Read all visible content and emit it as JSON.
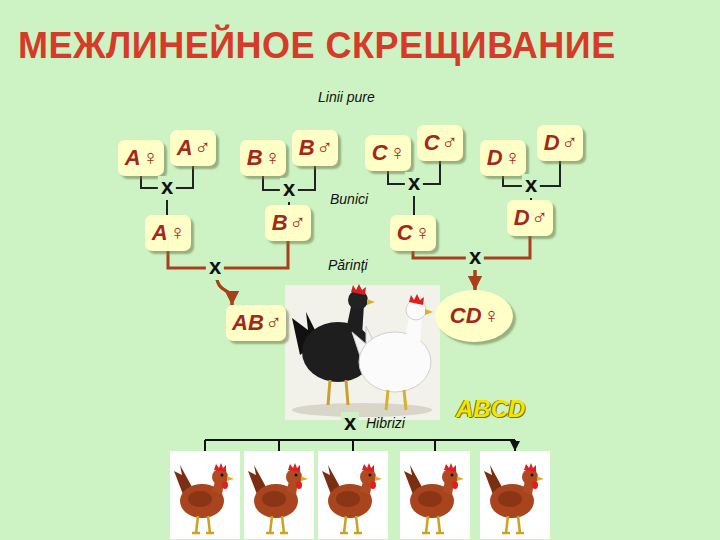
{
  "diagram": {
    "title": "МЕЖЛИНЕЙНОЕ СКРЕЩИВАНИЕ",
    "nodes": [
      {
        "text": [
          "A♀"
        ]
      },
      {
        "text": [
          "A♂"
        ]
      },
      {
        "text": [
          "B♀"
        ]
      },
      {
        "text": [
          "B♂"
        ]
      },
      {
        "text": [
          "C♀"
        ]
      },
      {
        "text": [
          "C♂"
        ]
      },
      {
        "text": [
          "D♀"
        ]
      },
      {
        "text": [
          "D♂"
        ]
      },
      {
        "text": [
          "A♀"
        ]
      },
      {
        "text": [
          "B♂"
        ]
      },
      {
        "text": [
          "C♀"
        ]
      },
      {
        "text": [
          "D♂"
        ]
      },
      {
        "text": [
          "AB♂"
        ]
      },
      {
        "text": [
          "CD♀"
        ]
      }
    ],
    "edges": [
      {
        "from": 0,
        "to": 8,
        "arrow": "none"
      },
      {
        "from": 1,
        "to": 8,
        "arrow": "none"
      },
      {
        "from": 2,
        "to": 9,
        "arrow": "none"
      },
      {
        "from": 3,
        "to": 9,
        "arrow": "none"
      },
      {
        "from": 4,
        "to": 10,
        "arrow": "none"
      },
      {
        "from": 5,
        "to": 10,
        "arrow": "none"
      },
      {
        "from": 6,
        "to": 11,
        "arrow": "none"
      },
      {
        "from": 7,
        "to": 11,
        "arrow": "none"
      },
      {
        "from": 8,
        "to": 12,
        "arrow": "to"
      },
      {
        "from": 9,
        "to": 12,
        "arrow": "to"
      },
      {
        "from": 10,
        "to": 13,
        "arrow": "to"
      },
      {
        "from": 11,
        "to": 13,
        "arrow": "to"
      }
    ],
    "labels": [
      "Linii pure",
      "x",
      "x",
      "x",
      "x",
      "Bunici",
      "x",
      "x",
      "Părinți",
      "ABCD",
      "x",
      "Hibrizi"
    ]
  }
}
